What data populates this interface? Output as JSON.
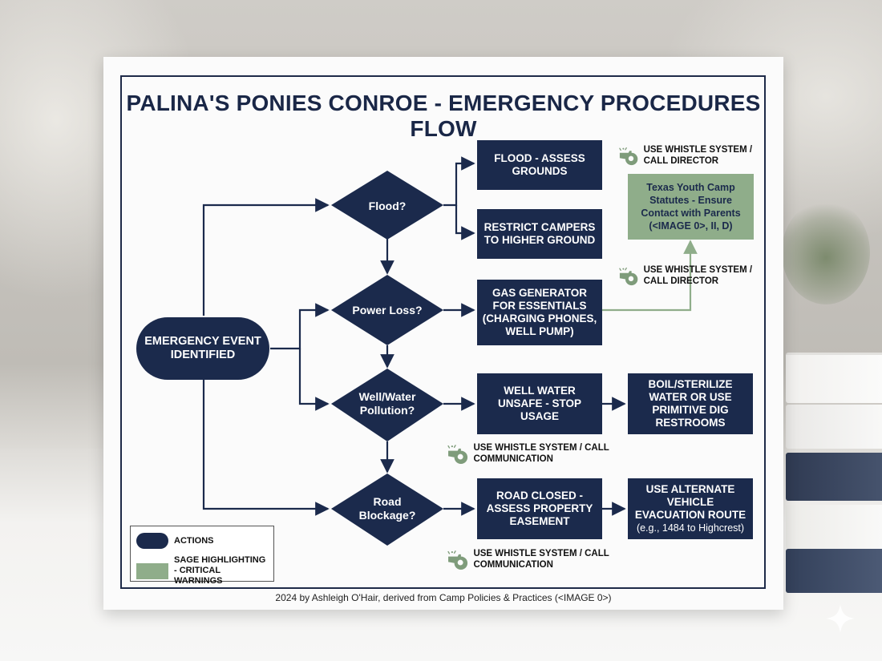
{
  "title": "PALINA'S PONIES CONROE - EMERGENCY PROCEDURES FLOW",
  "start": "EMERGENCY EVENT IDENTIFIED",
  "decisions": {
    "flood": "Flood?",
    "power": "Power Loss?",
    "water": "Well/Water Pollution?",
    "road": "Road Blockage?"
  },
  "actions": {
    "flood_assess": "FLOOD - ASSESS GROUNDS",
    "restrict": "RESTRICT CAMPERS TO HIGHER GROUND",
    "generator": "GAS GENERATOR FOR ESSENTIALS (CHARGING PHONES, WELL PUMP)",
    "well_unsafe": "WELL WATER UNSAFE - STOP USAGE",
    "boil": "BOIL/STERILIZE WATER OR USE PRIMITIVE DIG RESTROOMS",
    "road_closed": "ROAD CLOSED - ASSESS PROPERTY EASEMENT",
    "alternate": "USE ALTERNATE VEHICLE EVACUATION ROUTE",
    "alternate_sub": "(e.g., 1484 to Highcrest)"
  },
  "warning": "Texas Youth Camp Statutes - Ensure Contact with Parents (<IMAGE 0>, II, D)",
  "notes": {
    "director_1": "USE WHISTLE SYSTEM / CALL DIRECTOR",
    "director_2": "USE WHISTLE SYSTEM / CALL DIRECTOR",
    "comm_1": "USE WHISTLE SYSTEM / CALL COMMUNICATION",
    "comm_2": "USE WHISTLE SYSTEM / CALL COMMUNICATION"
  },
  "legend": {
    "actions": "ACTIONS",
    "sage": "SAGE HIGHLIGHTING - CRITICAL WARNINGS"
  },
  "footer": "2024 by Ashleigh O'Hair, derived from Camp Policies & Practices (<IMAGE 0>)",
  "colors": {
    "navy": "#1b2a4c",
    "sage": "#8fad8a",
    "whistle": "#7f9c7b"
  },
  "icons": [
    "whistle-icon"
  ]
}
